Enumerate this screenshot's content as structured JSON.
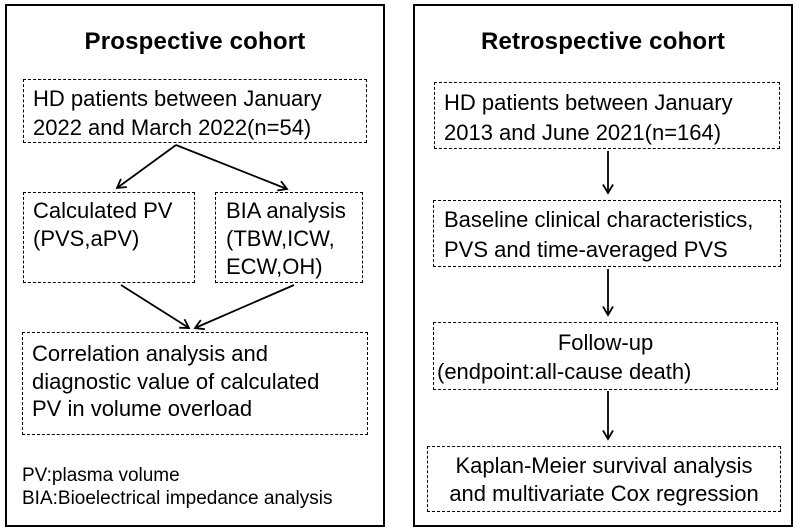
{
  "colors": {
    "background": "#ffffff",
    "border": "#000000",
    "text": "#000000"
  },
  "panels": {
    "left": {
      "title": "Prospective cohort",
      "box_hd": {
        "lines": [
          "HD patients between January",
          "2022 and March 2022(n=54)"
        ]
      },
      "box_pv": {
        "lines": [
          "Calculated PV",
          "(PVS,aPV)"
        ]
      },
      "box_bia": {
        "lines": [
          "BIA analysis",
          "(TBW,ICW,",
          "ECW,OH)"
        ]
      },
      "box_correlation": {
        "lines": [
          "Correlation analysis and",
          "diagnostic value of calculated",
          "PV in volume overload"
        ]
      },
      "footnotes": [
        "PV:plasma volume",
        "BIA:Bioelectrical impedance analysis"
      ]
    },
    "right": {
      "title": "Retrospective cohort",
      "box_hd": {
        "lines": [
          "HD patients between January",
          "2013 and June 2021(n=164)"
        ]
      },
      "box_baseline": {
        "lines": [
          "Baseline clinical characteristics,",
          "PVS and time-averaged PVS"
        ]
      },
      "box_followup": {
        "lines": [
          "Follow-up",
          "(endpoint:all-cause death)"
        ]
      },
      "box_km": {
        "lines": [
          "Kaplan-Meier survival analysis",
          "and multivariate Cox regression"
        ]
      }
    }
  }
}
